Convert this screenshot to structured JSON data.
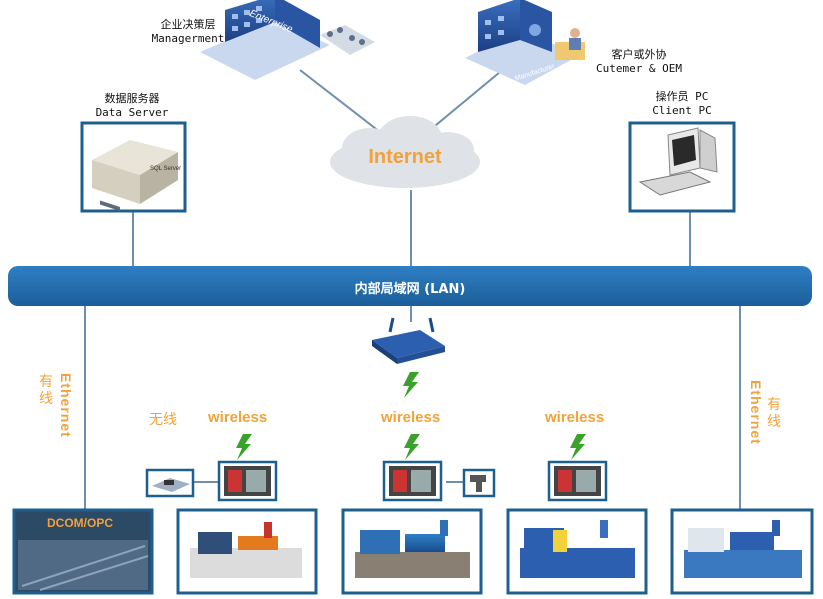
{
  "nodes": {
    "management": {
      "cn": "企业决策层",
      "en": "Managerment",
      "sign": "Enterprise"
    },
    "customer": {
      "cn": "客户或外协",
      "en": "Cutemer & OEM",
      "sign": "Manufacturer"
    },
    "data_server": {
      "cn": "数据服务器",
      "en": "Data Server",
      "tag": "SQL Server"
    },
    "operator_pc": {
      "cn": "操作员 PC",
      "en": "Client PC"
    },
    "internet": {
      "label": "Internet"
    },
    "lan": {
      "label": "内部局域网 (LAN)"
    },
    "dcom": {
      "label": "DCOM/OPC"
    }
  },
  "links": {
    "wired_cn": "有线",
    "ethernet": "Ethernet",
    "wireless_cn": "无线",
    "wireless": "wireless"
  },
  "colors": {
    "lan": "#1b5e99",
    "frame": "#1d5f8d",
    "accent": "#f2a23a",
    "cloud": "#dfe2e6"
  }
}
